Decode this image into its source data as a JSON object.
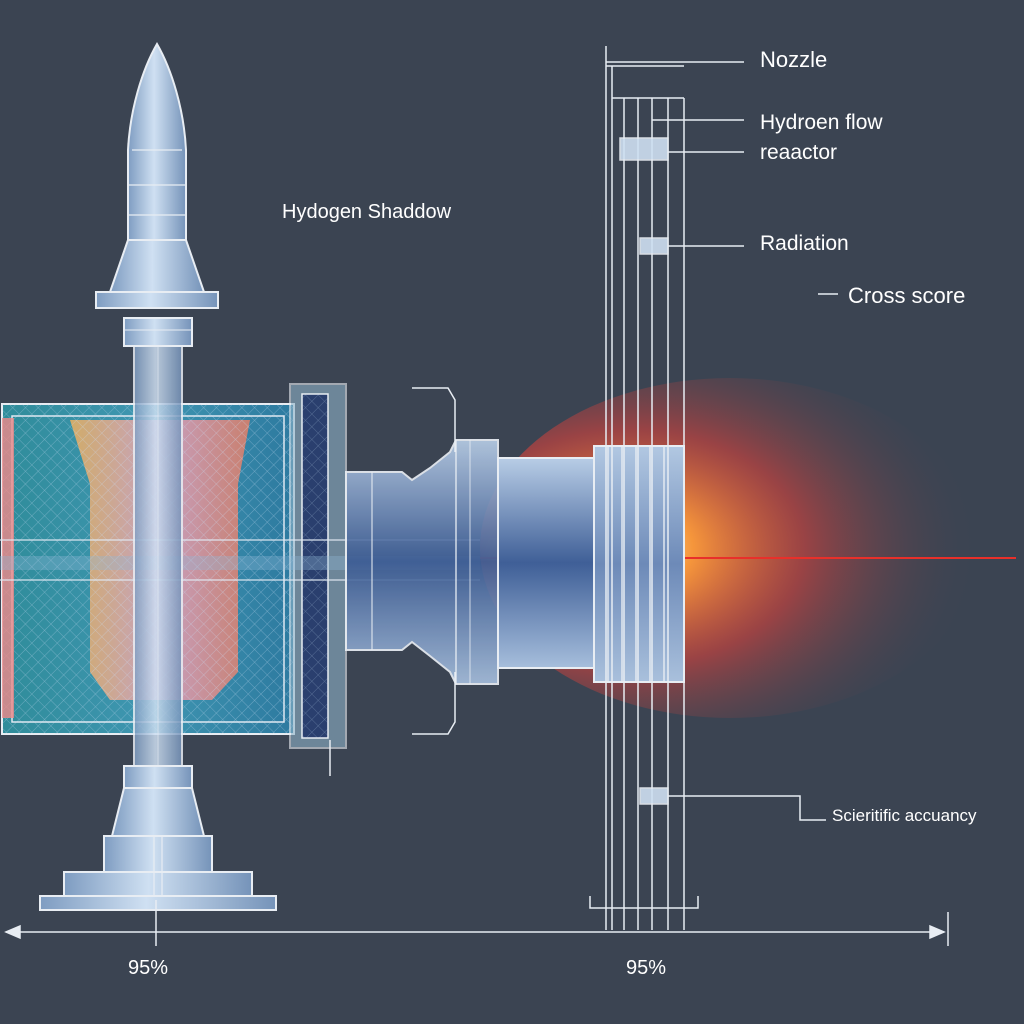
{
  "labels": {
    "hydrogen_shadow": "Hydogen Shaddow",
    "nozzle": "Nozzle",
    "hydrogen_flow": "Hydroen flow",
    "reactor": "reaactor",
    "radiation": "Radiation",
    "cross_score": "Cross score",
    "scientific_accuracy": "Scieritific accuancy"
  },
  "dimensions": {
    "left": "95%",
    "right": "95%"
  },
  "colors": {
    "background": "#3b4452",
    "line": "#e8edf3",
    "steel": "#9fb7d3",
    "beam": "#e8302a",
    "glow": "#ffb23c"
  }
}
